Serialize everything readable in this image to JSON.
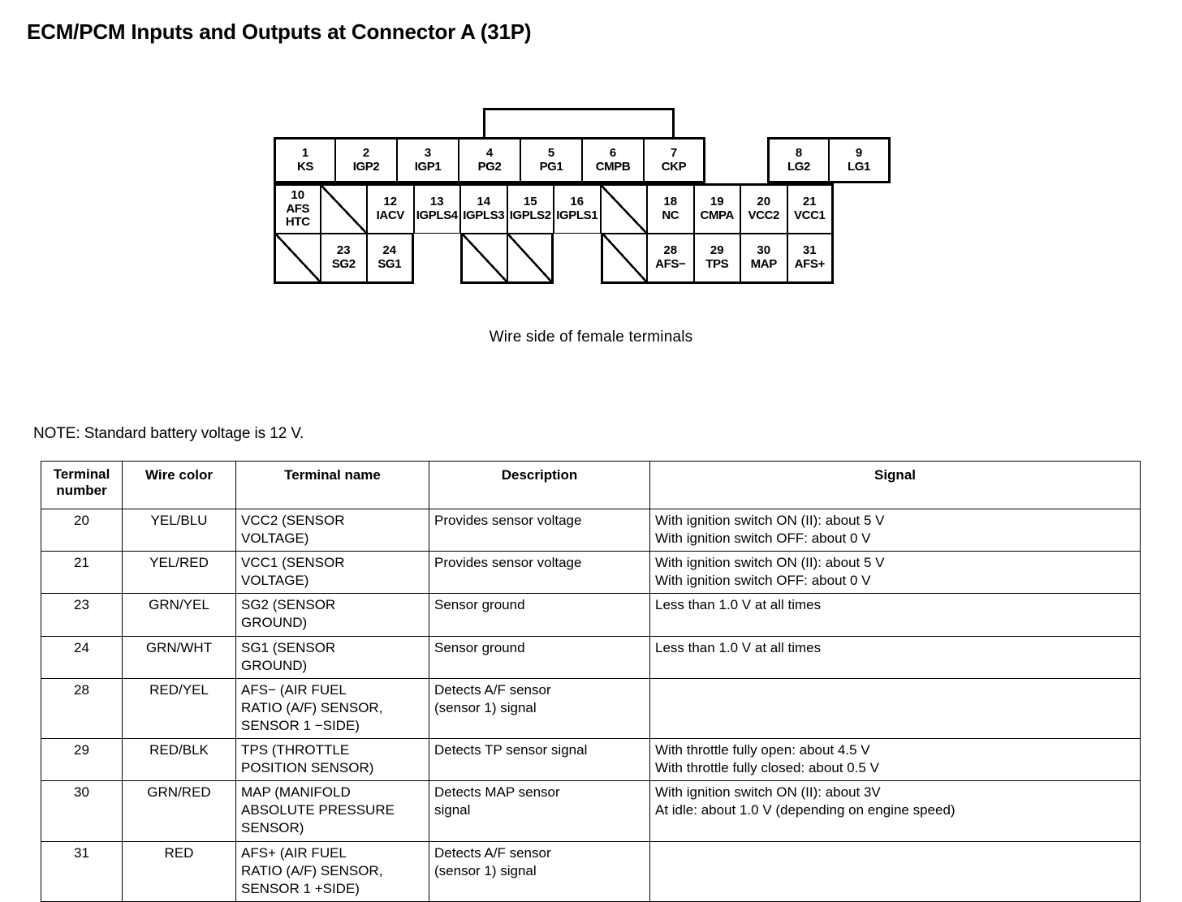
{
  "title": "ECM/PCM Inputs and Outputs at Connector A (31P)",
  "connector": {
    "caption": "Wire side of female terminals",
    "rows": {
      "top": [
        {
          "num": "1",
          "name": "KS"
        },
        {
          "num": "2",
          "name": "IGP2"
        },
        {
          "num": "3",
          "name": "IGP1"
        },
        {
          "num": "4",
          "name": "PG2"
        },
        {
          "num": "5",
          "name": "PG1"
        },
        {
          "num": "6",
          "name": "CMPB"
        },
        {
          "num": "7",
          "name": "CKP"
        },
        {
          "num": "",
          "name": ""
        },
        {
          "num": "8",
          "name": "LG2"
        },
        {
          "num": "9",
          "name": "LG1"
        }
      ],
      "middle": [
        {
          "num": "10",
          "name": "AFS",
          "name2": "HTC"
        },
        {
          "num": "",
          "name": ""
        },
        {
          "num": "12",
          "name": "IACV"
        },
        {
          "num": "13",
          "name": "IGPLS4"
        },
        {
          "num": "14",
          "name": "IGPLS3"
        },
        {
          "num": "15",
          "name": "IGPLS2"
        },
        {
          "num": "16",
          "name": "IGPLS1"
        },
        {
          "num": "",
          "name": ""
        },
        {
          "num": "18",
          "name": "NC"
        },
        {
          "num": "19",
          "name": "CMPA"
        },
        {
          "num": "20",
          "name": "VCC2"
        },
        {
          "num": "21",
          "name": "VCC1"
        }
      ],
      "bottom": [
        {
          "num": "",
          "name": ""
        },
        {
          "num": "23",
          "name": "SG2"
        },
        {
          "num": "24",
          "name": "SG1"
        },
        {
          "num": "",
          "name": ""
        },
        {
          "num": "",
          "name": ""
        },
        {
          "num": "",
          "name": ""
        },
        {
          "num": "",
          "name": ""
        },
        {
          "num": "",
          "name": ""
        },
        {
          "num": "28",
          "name": "AFS−"
        },
        {
          "num": "29",
          "name": "TPS"
        },
        {
          "num": "30",
          "name": "MAP"
        },
        {
          "num": "31",
          "name": "AFS+"
        }
      ]
    }
  },
  "note": "NOTE: Standard battery voltage is 12 V.",
  "table": {
    "headers": {
      "terminal_number": "Terminal\nnumber",
      "terminal_number_l1": "Terminal",
      "terminal_number_l2": "number",
      "wire_color": "Wire color",
      "terminal_name": "Terminal name",
      "description": "Description",
      "signal": "Signal"
    },
    "rows": [
      {
        "terminal": "20",
        "wire": "YEL/BLU",
        "name_l1": "VCC2 (SENSOR",
        "name_l2": "VOLTAGE)",
        "name_l3": "",
        "desc_l1": "Provides sensor voltage",
        "desc_l2": "",
        "sig_l1": "With ignition switch ON (II): about 5 V",
        "sig_l2": "With ignition switch OFF: about 0 V"
      },
      {
        "terminal": "21",
        "wire": "YEL/RED",
        "name_l1": "VCC1 (SENSOR",
        "name_l2": "VOLTAGE)",
        "name_l3": "",
        "desc_l1": "Provides sensor voltage",
        "desc_l2": "",
        "sig_l1": "With ignition switch ON (II): about 5 V",
        "sig_l2": "With ignition switch OFF: about 0 V"
      },
      {
        "terminal": "23",
        "wire": "GRN/YEL",
        "name_l1": "SG2 (SENSOR",
        "name_l2": "GROUND)",
        "name_l3": "",
        "desc_l1": "Sensor ground",
        "desc_l2": "",
        "sig_l1": "Less than 1.0 V at all times",
        "sig_l2": ""
      },
      {
        "terminal": "24",
        "wire": "GRN/WHT",
        "name_l1": "SG1 (SENSOR",
        "name_l2": "GROUND)",
        "name_l3": "",
        "desc_l1": "Sensor ground",
        "desc_l2": "",
        "sig_l1": "Less than 1.0 V at all times",
        "sig_l2": ""
      },
      {
        "terminal": "28",
        "wire": "RED/YEL",
        "name_l1": "AFS− (AIR FUEL",
        "name_l2": "RATIO (A/F) SENSOR,",
        "name_l3": "SENSOR 1 −SIDE)",
        "desc_l1": "Detects A/F sensor",
        "desc_l2": "(sensor 1) signal",
        "sig_l1": "",
        "sig_l2": ""
      },
      {
        "terminal": "29",
        "wire": "RED/BLK",
        "name_l1": "TPS (THROTTLE",
        "name_l2": "POSITION SENSOR)",
        "name_l3": "",
        "desc_l1": "Detects TP sensor signal",
        "desc_l2": "",
        "sig_l1": "With throttle fully open: about 4.5 V",
        "sig_l2": "With throttle fully closed: about 0.5 V"
      },
      {
        "terminal": "30",
        "wire": "GRN/RED",
        "name_l1": "MAP (MANIFOLD",
        "name_l2": "ABSOLUTE PRESSURE",
        "name_l3": "SENSOR)",
        "desc_l1": "Detects MAP sensor",
        "desc_l2": "signal",
        "sig_l1": "With ignition switch ON (II): about 3V",
        "sig_l2": "At idle: about 1.0 V (depending on engine speed)"
      },
      {
        "terminal": "31",
        "wire": "RED",
        "name_l1": "AFS+ (AIR FUEL",
        "name_l2": "RATIO (A/F) SENSOR,",
        "name_l3": "SENSOR 1 +SIDE)",
        "desc_l1": "Detects A/F sensor",
        "desc_l2": "(sensor 1) signal",
        "sig_l1": "",
        "sig_l2": ""
      }
    ]
  }
}
